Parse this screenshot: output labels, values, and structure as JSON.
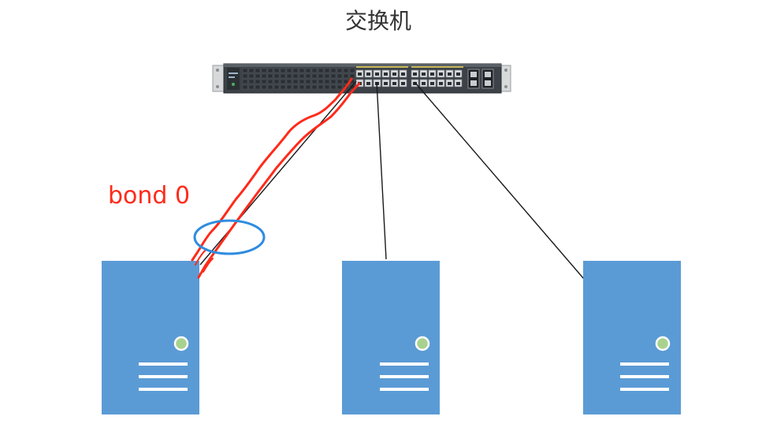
{
  "diagram": {
    "title": "交换机",
    "bond_label": "bond 0",
    "colors": {
      "server_fill": "#5b9bd5",
      "server_led": "#a9d18e",
      "server_vents": "#ffffff",
      "link_line": "#1a1a1a",
      "bond_stroke": "#ff2a1a",
      "bond_ellipse": "#2e8ce0",
      "bond_text": "#ff2a1a",
      "switch_body": "#3c4247",
      "switch_rack": "#d7d9db"
    },
    "switch": {
      "name": "network-switch",
      "icon": "network-switch-icon"
    },
    "servers": [
      {
        "name": "server-left",
        "icon": "server-icon"
      },
      {
        "name": "server-middle",
        "icon": "server-icon"
      },
      {
        "name": "server-right",
        "icon": "server-icon"
      }
    ]
  }
}
